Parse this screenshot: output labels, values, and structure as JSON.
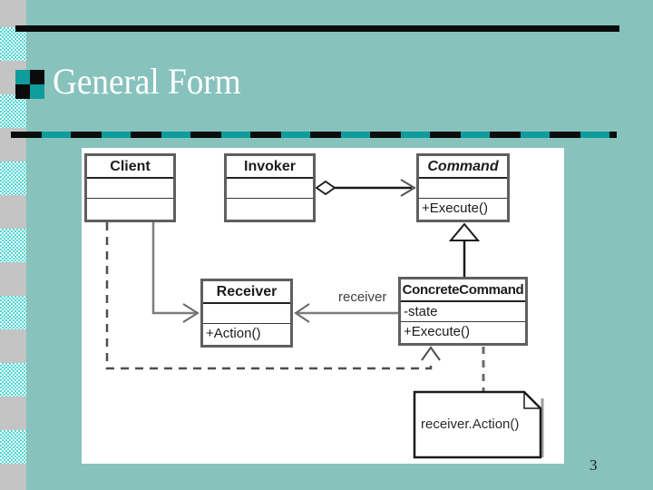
{
  "slide": {
    "title": "General Form",
    "page_number": "3"
  },
  "colors": {
    "background": "#87c2bd",
    "accent_teal": "#0f9c9c",
    "stripe_gray": "#c4c4c4",
    "title_text": "#ffffff",
    "diagram_ink": "#1a1a1a",
    "association_line_gray": "#7d7d7d"
  },
  "diagram": {
    "type": "uml-class-diagram",
    "classes": {
      "client": {
        "name": "Client",
        "attributes": "",
        "operations": ""
      },
      "invoker": {
        "name": "Invoker",
        "attributes": "",
        "operations": ""
      },
      "command": {
        "name": "Command",
        "abstract": true,
        "attributes": "",
        "operations": "+Execute()"
      },
      "receiver": {
        "name": "Receiver",
        "attributes": "",
        "operations": "+Action()"
      },
      "concrete_command": {
        "name": "ConcreteCommand",
        "attributes": "-state",
        "operations": "+Execute()"
      }
    },
    "relationships": [
      {
        "from": "Invoker",
        "to": "Command",
        "type": "aggregation-open-arrow"
      },
      {
        "from": "ConcreteCommand",
        "to": "Command",
        "type": "generalization"
      },
      {
        "from": "Client",
        "to": "Receiver",
        "type": "directed-association"
      },
      {
        "from": "ConcreteCommand",
        "to": "Receiver",
        "type": "directed-association",
        "label": "receiver"
      },
      {
        "from": "Client",
        "to": "ConcreteCommand",
        "type": "dashed-dependency"
      },
      {
        "from": "ConcreteCommand",
        "to": "note",
        "type": "note-anchor"
      }
    ],
    "association_label": "receiver",
    "note_text": "receiver.Action()"
  }
}
